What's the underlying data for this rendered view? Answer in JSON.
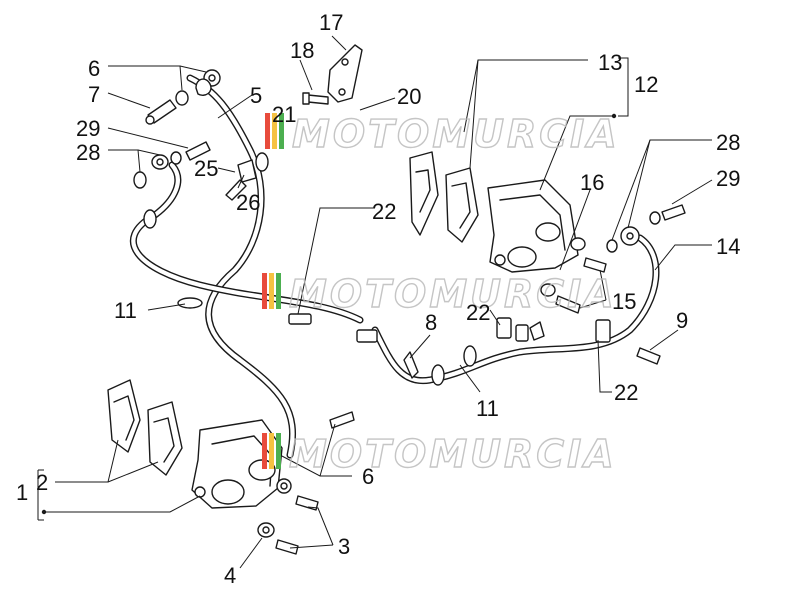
{
  "diagram": {
    "callouts": [
      {
        "id": "1",
        "text": "1"
      },
      {
        "id": "2",
        "text": "2"
      },
      {
        "id": "3",
        "text": "3"
      },
      {
        "id": "4",
        "text": "4"
      },
      {
        "id": "5",
        "text": "5"
      },
      {
        "id": "6a",
        "text": "6"
      },
      {
        "id": "6b",
        "text": "6"
      },
      {
        "id": "7",
        "text": "7"
      },
      {
        "id": "8",
        "text": "8"
      },
      {
        "id": "9",
        "text": "9"
      },
      {
        "id": "11a",
        "text": "11"
      },
      {
        "id": "11b",
        "text": "11"
      },
      {
        "id": "12",
        "text": "12"
      },
      {
        "id": "13",
        "text": "13"
      },
      {
        "id": "14",
        "text": "14"
      },
      {
        "id": "15",
        "text": "15"
      },
      {
        "id": "16",
        "text": "16"
      },
      {
        "id": "17",
        "text": "17"
      },
      {
        "id": "18",
        "text": "18"
      },
      {
        "id": "20",
        "text": "20"
      },
      {
        "id": "21",
        "text": "21"
      },
      {
        "id": "22a",
        "text": "22"
      },
      {
        "id": "22b",
        "text": "22"
      },
      {
        "id": "22c",
        "text": "22"
      },
      {
        "id": "25",
        "text": "25"
      },
      {
        "id": "26",
        "text": "26"
      },
      {
        "id": "28a",
        "text": "28"
      },
      {
        "id": "28b",
        "text": "28"
      },
      {
        "id": "29a",
        "text": "29"
      },
      {
        "id": "29b",
        "text": "29"
      }
    ],
    "watermark": {
      "text": "MOTOMURCIA",
      "colors": [
        "#e84b3c",
        "#f5c242",
        "#4caf50"
      ]
    }
  }
}
